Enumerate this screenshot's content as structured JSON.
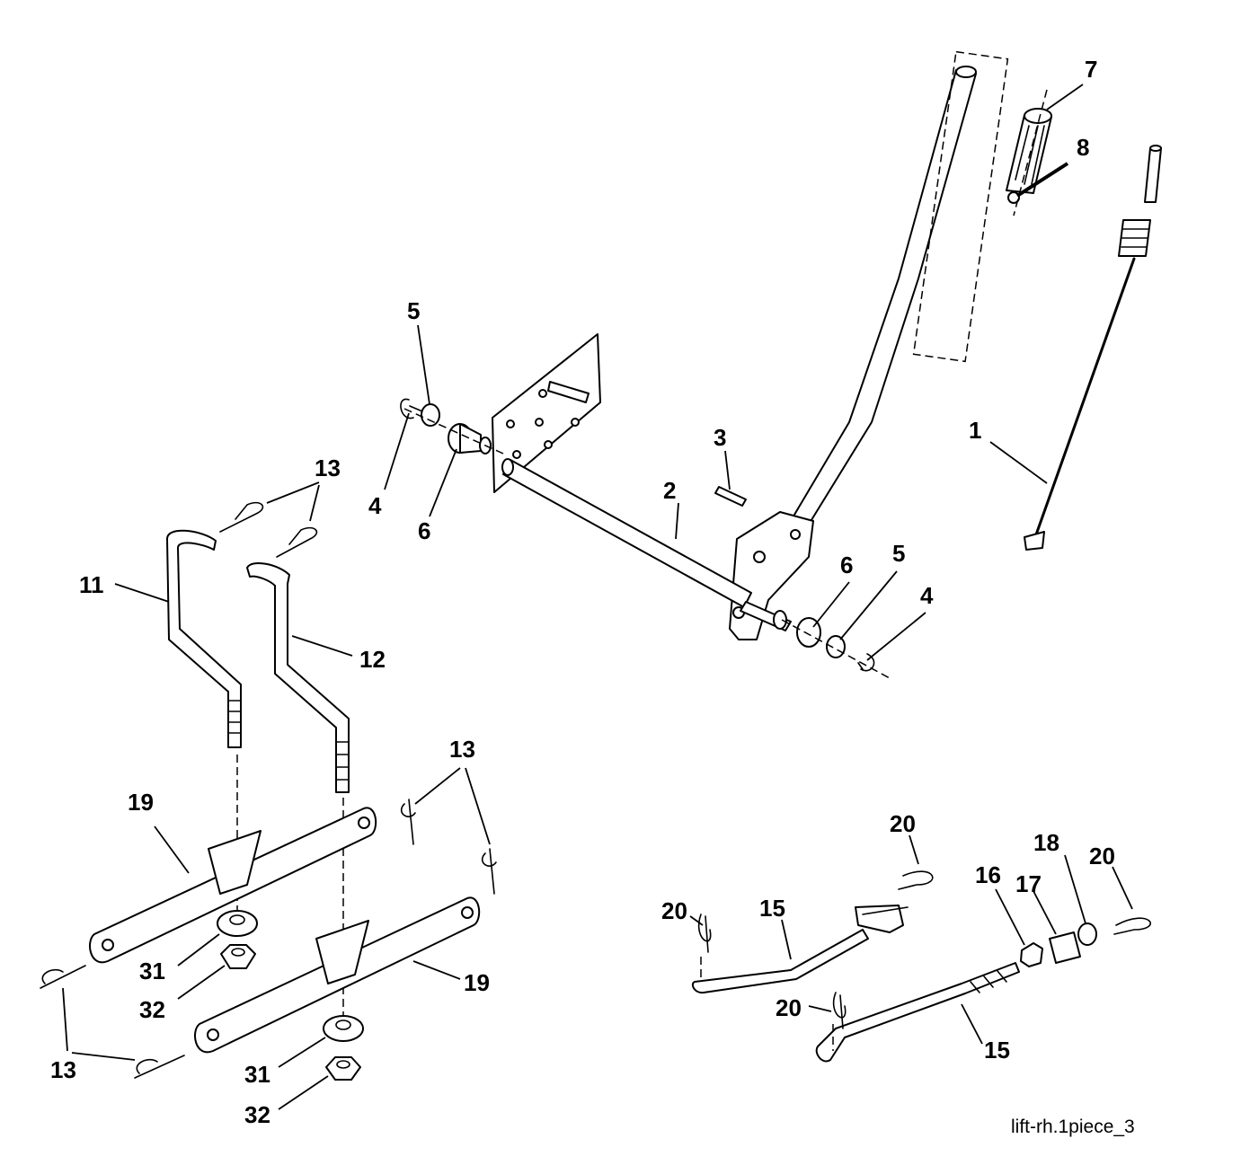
{
  "callouts": {
    "c1": "1",
    "c2": "2",
    "c3": "3",
    "c4a": "4",
    "c4b": "4",
    "c5a": "5",
    "c5b": "5",
    "c6a": "6",
    "c6b": "6",
    "c7": "7",
    "c8": "8",
    "c11": "11",
    "c12": "12",
    "c13a": "13",
    "c13b": "13",
    "c13c": "13",
    "c15a": "15",
    "c15b": "15",
    "c16": "16",
    "c17": "17",
    "c18": "18",
    "c19a": "19",
    "c19b": "19",
    "c20a": "20",
    "c20b": "20",
    "c20c": "20",
    "c20d": "20",
    "c31a": "31",
    "c31b": "31",
    "c32a": "32",
    "c32b": "32"
  },
  "caption": "lift-rh.1piece_3",
  "colors": {
    "line": "#000000",
    "background": "#ffffff"
  }
}
